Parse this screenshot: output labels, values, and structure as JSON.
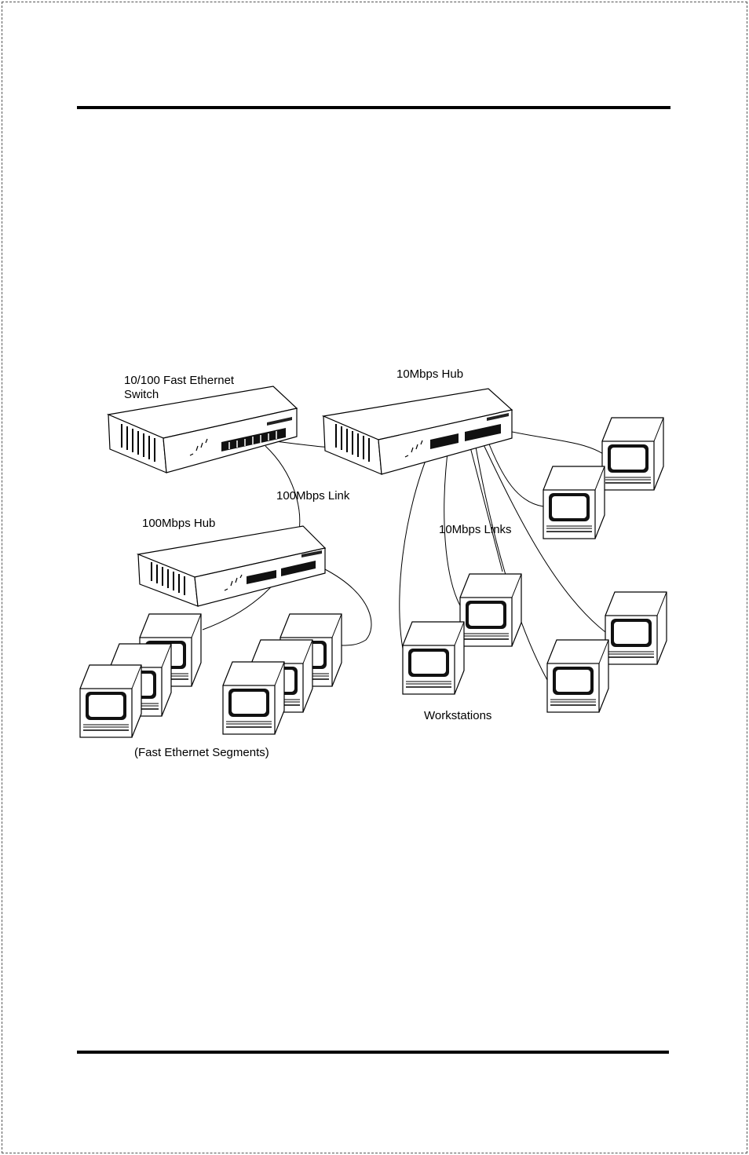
{
  "labels": {
    "switch_line1": "10/100 Fast Ethernet",
    "switch_line2": "Switch",
    "hub10": "10Mbps Hub",
    "link100": "100Mbps Link",
    "hub100": "100Mbps Hub",
    "links10": "10Mbps Links",
    "workstations": "Workstations",
    "fast_segments": "(Fast Ethernet Segments)"
  },
  "colors": {
    "line": "#000000",
    "paper": "#ffffff"
  },
  "icons": [
    "network-switch-icon",
    "hub-icon",
    "workstation-icon"
  ]
}
